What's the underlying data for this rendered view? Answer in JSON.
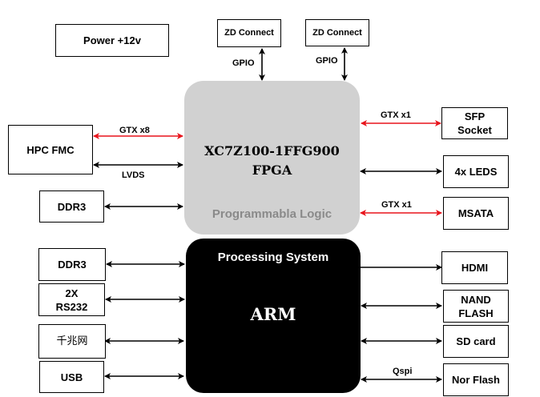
{
  "colors": {
    "fpga_fill": "#d1d1d1",
    "fpga_subtitle": "#8a8a8a",
    "arm_fill": "#000000",
    "gtx_link": "#e8141c",
    "normal_link": "#000000"
  },
  "power": {
    "label": "Power +12v"
  },
  "fpga": {
    "title_line1": "XC7Z100-1FFG900",
    "title_line2": "FPGA",
    "subtitle": "Programmabla Logic"
  },
  "arm": {
    "subtitle": "Processing System",
    "title": "ARM"
  },
  "top_connectors": [
    {
      "label": "ZD Connect",
      "link_label": "GPIO"
    },
    {
      "label": "ZD Connect",
      "link_label": "GPIO"
    }
  ],
  "left_pl": [
    {
      "label": "HPC FMC",
      "links": [
        {
          "label": "GTX x8",
          "type": "gtx"
        },
        {
          "label": "LVDS",
          "type": "normal"
        }
      ]
    },
    {
      "label": "DDR3",
      "links": [
        {
          "label": "",
          "type": "normal"
        }
      ]
    }
  ],
  "right_pl": [
    {
      "label_line1": "SFP",
      "label_line2": "Socket",
      "link_label": "GTX x1",
      "type": "gtx"
    },
    {
      "label": "4x LEDS",
      "link_label": "",
      "type": "normal"
    },
    {
      "label": "MSATA",
      "link_label": "GTX x1",
      "type": "gtx"
    }
  ],
  "left_ps": [
    {
      "label": "DDR3"
    },
    {
      "label_line1": "2X",
      "label_line2": "RS232"
    },
    {
      "label": "千兆网"
    },
    {
      "label": "USB"
    }
  ],
  "right_ps": [
    {
      "label": "HDMI",
      "direction": "one-way"
    },
    {
      "label_line1": "NAND",
      "label_line2": "FLASH",
      "direction": "two-way"
    },
    {
      "label": "SD card",
      "direction": "two-way"
    },
    {
      "label": "Nor Flash",
      "link_label": "Qspi",
      "direction": "two-way"
    }
  ]
}
